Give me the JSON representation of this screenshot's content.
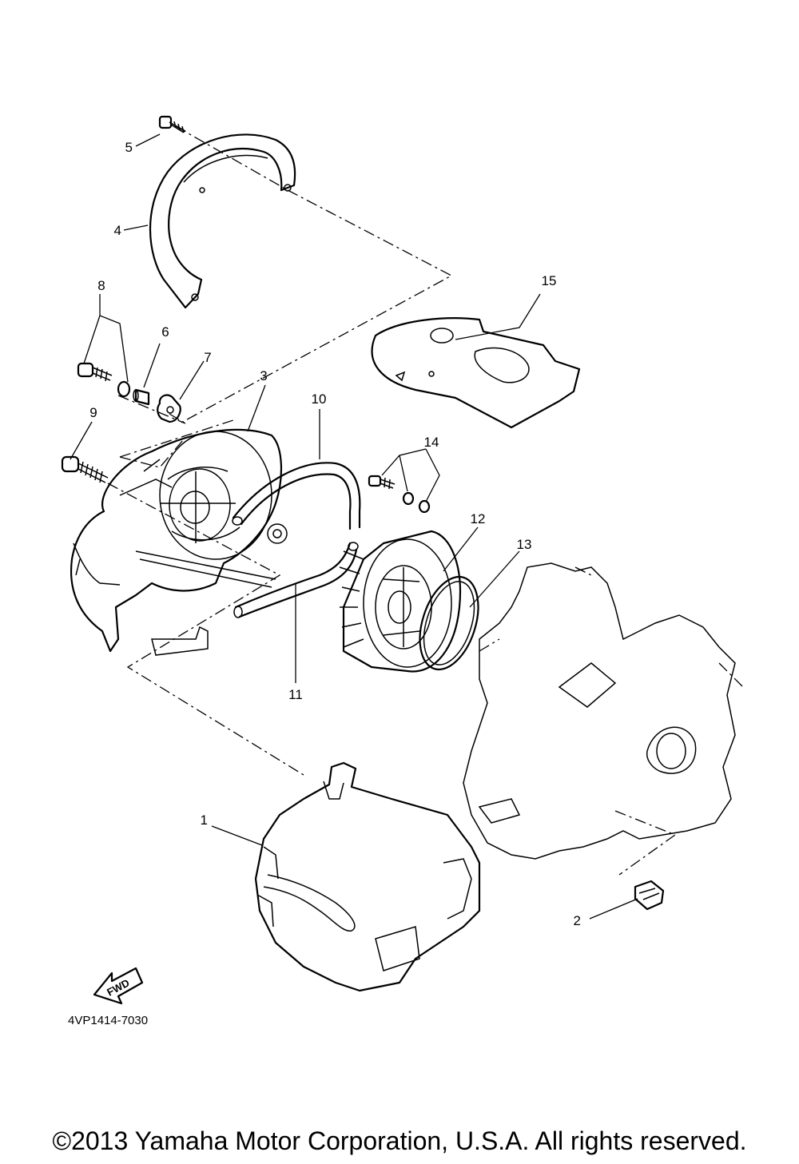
{
  "diagram": {
    "callouts": [
      "1",
      "2",
      "3",
      "4",
      "5",
      "6",
      "7",
      "8",
      "9",
      "10",
      "11",
      "12",
      "13",
      "14",
      "15"
    ],
    "fwd_label": "FWD",
    "diagram_code": "4VP1414-7030"
  },
  "footer": {
    "copyright": "©2013 Yamaha Motor Corporation, U.S.A. All rights reserved."
  }
}
